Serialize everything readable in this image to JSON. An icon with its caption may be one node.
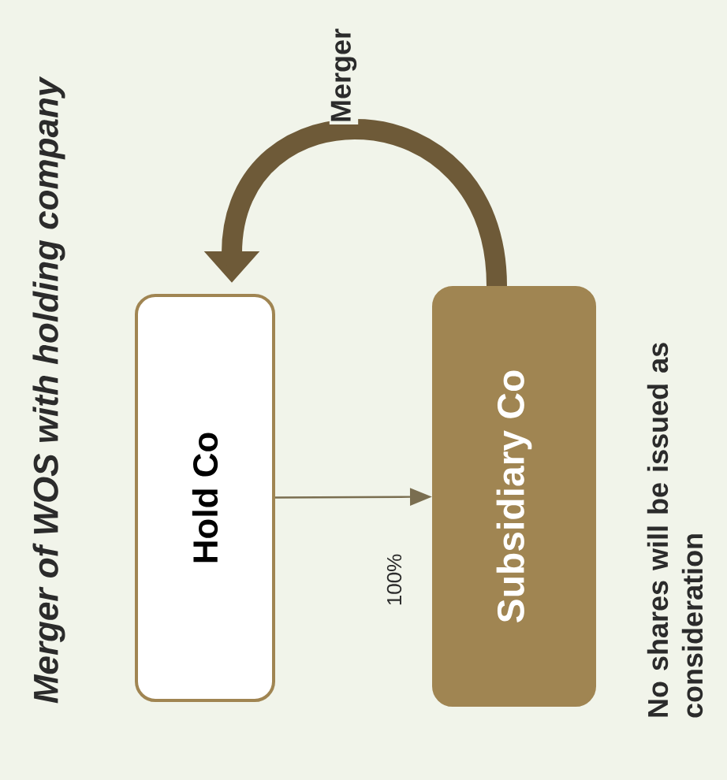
{
  "diagram": {
    "title": "Merger of WOS with holding company",
    "nodes": [
      {
        "text": [
          "Hold Co"
        ]
      },
      {
        "text": [
          "Subsidiary Co"
        ],
        "beside": [
          "No shares will be issued as consideration"
        ]
      }
    ],
    "edges": [
      {
        "from": 0,
        "to": 1,
        "arrow": "to",
        "label": "100%"
      },
      {
        "from": 1,
        "to": 0,
        "arrow": "to",
        "label": "Merger",
        "style": "thick",
        "color": "#6e5a38"
      }
    ]
  }
}
